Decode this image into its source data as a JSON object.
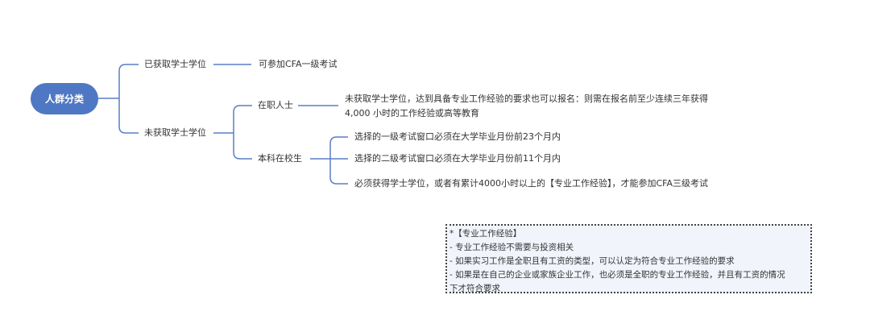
{
  "root": "人群分类",
  "branches": {
    "degree": {
      "label": "已获取学士学位",
      "leaf": "可参加CFA一级考试"
    },
    "no_degree": {
      "label": "未获取学士学位",
      "working": {
        "label": "在职人士",
        "line1": "未获取学士学位，达到具备专业工作经验的要求也可以报名：则需在报名前至少连续三年获得",
        "line2": "4,000 小时的工作经验或高等教育"
      },
      "student": {
        "label": "本科在校生",
        "leaves": [
          "选择的一级考试窗口必须在大学毕业月份前23个月内",
          "选择的二级考试窗口必须在大学毕业月份前11个月内",
          "必须获得学士学位，或者有累计4000小时以上的【专业工作经验】，才能参加CFA三级考试"
        ]
      }
    }
  },
  "note": [
    "*【专业工作经验】",
    "- 专业工作经验不需要与投资相关",
    "- 如果实习工作是全职且有工资的类型，可以认定为符合专业工作经验的要求",
    "- 如果是在自己的企业或家族企业工作，也必须是全职的专业工作经验，并且有工资的情况",
    "下才符合要求"
  ],
  "colors": {
    "accent": "#4f78c4"
  }
}
